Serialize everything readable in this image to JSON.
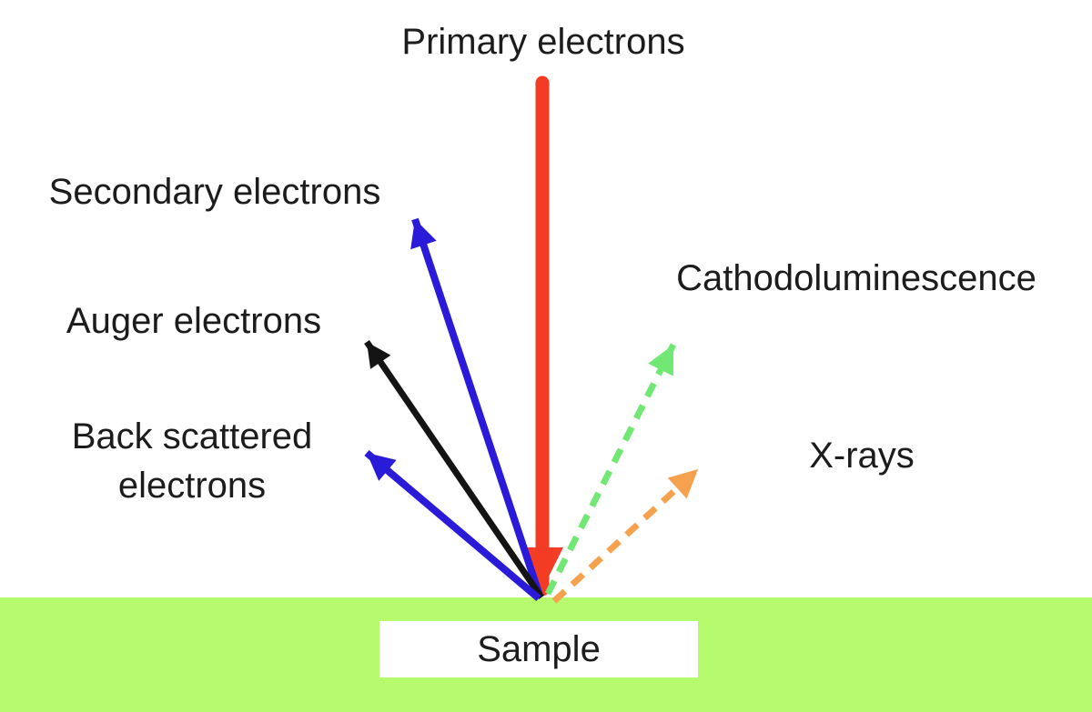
{
  "labels": {
    "primary": "Primary electrons",
    "secondary": "Secondary electrons",
    "auger": "Auger electrons",
    "backscattered": [
      "Back scattered",
      "electrons"
    ],
    "cathodoluminescence": "Cathodoluminescence",
    "xrays": "X-rays",
    "sample": "Sample"
  },
  "arrows": {
    "primary": {
      "color": "#f43b23",
      "style": "solid",
      "direction": "down into sample"
    },
    "secondary": {
      "color": "#2a1bd8",
      "style": "solid",
      "direction": "up-left from sample"
    },
    "auger": {
      "color": "#141414",
      "style": "solid",
      "direction": "up-left from sample"
    },
    "backscattered": {
      "color": "#2a1bd8",
      "style": "solid",
      "direction": "up-left from sample"
    },
    "cathodoluminescence": {
      "color": "#70e873",
      "style": "dashed",
      "direction": "up-right from sample"
    },
    "xrays": {
      "color": "#f6a14e",
      "style": "dashed",
      "direction": "up-right from sample"
    }
  },
  "colors": {
    "sample_green": "#b6fa6e",
    "background": "#ffffff",
    "text": "#1c1c1c"
  }
}
